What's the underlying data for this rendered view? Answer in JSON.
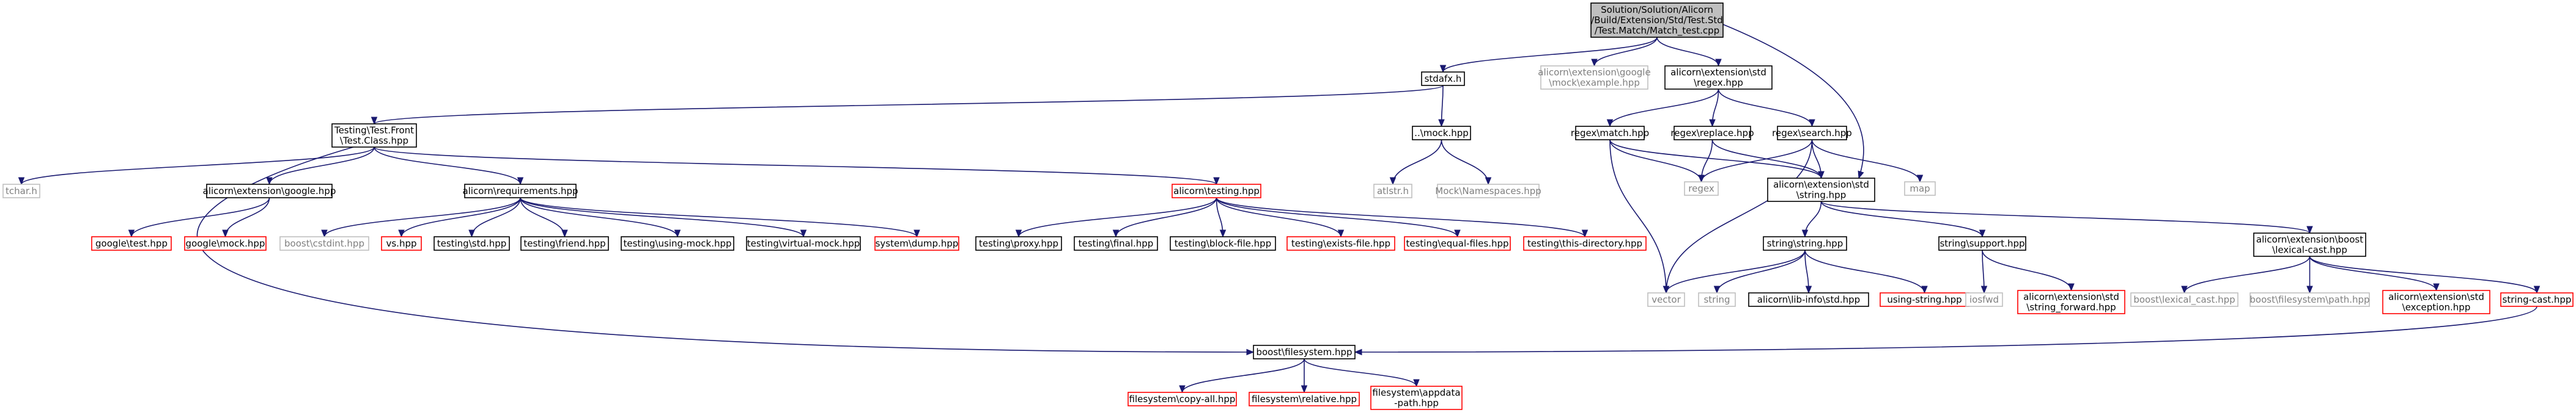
{
  "diagram": {
    "type": "include-dependency-graph",
    "colors": {
      "edge": "#191970",
      "main_fill": "#bfbfbf",
      "normal_border": "#000000",
      "missing_border": "#ff0000",
      "external_border": "#bfbfbf",
      "external_text": "#7f7f7f"
    },
    "nodes": [
      {
        "id": "main",
        "kind": "main",
        "lines": [
          "Solution/Solution/Alicorn",
          "/Build/Extension/Std/Test.Std",
          "/Test.Match/Match_test.cpp"
        ]
      },
      {
        "id": "stdafx",
        "kind": "normal",
        "lines": [
          "stdafx.h"
        ]
      },
      {
        "id": "google_mock_example",
        "kind": "gray",
        "lines": [
          "alicorn\\extension\\google",
          "\\mock\\example.hpp"
        ]
      },
      {
        "id": "std_regex",
        "kind": "normal",
        "lines": [
          "alicorn\\extension\\std",
          "\\regex.hpp"
        ]
      },
      {
        "id": "front_test_class",
        "kind": "normal",
        "lines": [
          "Testing\\Test.Front",
          "\\Test.Class.hpp"
        ]
      },
      {
        "id": "mock_hpp",
        "kind": "normal",
        "lines": [
          "..\\mock.hpp"
        ]
      },
      {
        "id": "regex_match",
        "kind": "normal",
        "lines": [
          "regex\\match.hpp"
        ]
      },
      {
        "id": "regex_replace",
        "kind": "normal",
        "lines": [
          "regex\\replace.hpp"
        ]
      },
      {
        "id": "regex_search",
        "kind": "normal",
        "lines": [
          "regex\\search.hpp"
        ]
      },
      {
        "id": "tchar",
        "kind": "gray",
        "lines": [
          "tchar.h"
        ]
      },
      {
        "id": "google_hpp",
        "kind": "normal",
        "lines": [
          "alicorn\\extension\\google.hpp"
        ]
      },
      {
        "id": "requirements",
        "kind": "normal",
        "lines": [
          "alicorn\\requirements.hpp"
        ]
      },
      {
        "id": "alicorn_testing",
        "kind": "red",
        "lines": [
          "alicorn\\testing.hpp"
        ]
      },
      {
        "id": "atlstr",
        "kind": "gray",
        "lines": [
          "atlstr.h"
        ]
      },
      {
        "id": "mock_namespaces",
        "kind": "gray",
        "lines": [
          "Mock\\Namespaces.hpp"
        ]
      },
      {
        "id": "regex",
        "kind": "gray",
        "lines": [
          "regex"
        ]
      },
      {
        "id": "std_string",
        "kind": "normal",
        "lines": [
          "alicorn\\extension\\std",
          "\\string.hpp"
        ]
      },
      {
        "id": "map",
        "kind": "gray",
        "lines": [
          "map"
        ]
      },
      {
        "id": "google_test",
        "kind": "red",
        "lines": [
          "google\\test.hpp"
        ]
      },
      {
        "id": "google_mock",
        "kind": "red",
        "lines": [
          "google\\mock.hpp"
        ]
      },
      {
        "id": "boost_cstdint",
        "kind": "gray",
        "lines": [
          "boost\\cstdint.hpp"
        ]
      },
      {
        "id": "vs_hpp",
        "kind": "red",
        "lines": [
          "vs.hpp"
        ]
      },
      {
        "id": "testing_std",
        "kind": "normal",
        "lines": [
          "testing\\std.hpp"
        ]
      },
      {
        "id": "testing_friend",
        "kind": "normal",
        "lines": [
          "testing\\friend.hpp"
        ]
      },
      {
        "id": "testing_using_mock",
        "kind": "normal",
        "lines": [
          "testing\\using-mock.hpp"
        ]
      },
      {
        "id": "testing_virtual_mock",
        "kind": "normal",
        "lines": [
          "testing\\virtual-mock.hpp"
        ]
      },
      {
        "id": "system_dump",
        "kind": "red",
        "lines": [
          "system\\dump.hpp"
        ]
      },
      {
        "id": "testing_proxy",
        "kind": "normal",
        "lines": [
          "testing\\proxy.hpp"
        ]
      },
      {
        "id": "testing_final",
        "kind": "normal",
        "lines": [
          "testing\\final.hpp"
        ]
      },
      {
        "id": "testing_block_file",
        "kind": "normal",
        "lines": [
          "testing\\block-file.hpp"
        ]
      },
      {
        "id": "testing_exists_file",
        "kind": "red",
        "lines": [
          "testing\\exists-file.hpp"
        ]
      },
      {
        "id": "testing_equal_files",
        "kind": "red",
        "lines": [
          "testing\\equal-files.hpp"
        ]
      },
      {
        "id": "testing_this_directory",
        "kind": "red",
        "lines": [
          "testing\\this-directory.hpp"
        ]
      },
      {
        "id": "string_string",
        "kind": "normal",
        "lines": [
          "string\\string.hpp"
        ]
      },
      {
        "id": "string_support",
        "kind": "normal",
        "lines": [
          "string\\support.hpp"
        ]
      },
      {
        "id": "boost_lexical_cast_ext",
        "kind": "normal",
        "lines": [
          "alicorn\\extension\\boost",
          "\\lexical-cast.hpp"
        ]
      },
      {
        "id": "vector",
        "kind": "gray",
        "lines": [
          "vector"
        ]
      },
      {
        "id": "string",
        "kind": "gray",
        "lines": [
          "string"
        ]
      },
      {
        "id": "lib_info_std",
        "kind": "normal",
        "lines": [
          "alicorn\\lib-info\\std.hpp"
        ]
      },
      {
        "id": "using_string",
        "kind": "red",
        "lines": [
          "using-string.hpp"
        ]
      },
      {
        "id": "iosfwd",
        "kind": "gray",
        "lines": [
          "iosfwd"
        ]
      },
      {
        "id": "string_forward",
        "kind": "red",
        "lines": [
          "alicorn\\extension\\std",
          "\\string_forward.hpp"
        ]
      },
      {
        "id": "boost_lexical_cast",
        "kind": "gray",
        "lines": [
          "boost\\lexical_cast.hpp"
        ]
      },
      {
        "id": "boost_fs_path",
        "kind": "gray",
        "lines": [
          "boost\\filesystem\\path.hpp"
        ]
      },
      {
        "id": "std_exception",
        "kind": "red",
        "lines": [
          "alicorn\\extension\\std",
          "\\exception.hpp"
        ]
      },
      {
        "id": "string_cast",
        "kind": "red",
        "lines": [
          "string-cast.hpp"
        ]
      },
      {
        "id": "boost_filesystem",
        "kind": "normal",
        "lines": [
          "boost\\filesystem.hpp"
        ]
      },
      {
        "id": "fs_copy_all",
        "kind": "red",
        "lines": [
          "filesystem\\copy-all.hpp"
        ]
      },
      {
        "id": "fs_relative",
        "kind": "red",
        "lines": [
          "filesystem\\relative.hpp"
        ]
      },
      {
        "id": "fs_appdata",
        "kind": "red",
        "lines": [
          "filesystem\\appdata",
          "-path.hpp"
        ]
      }
    ],
    "edges": [
      [
        "main",
        "stdafx"
      ],
      [
        "main",
        "google_mock_example"
      ],
      [
        "main",
        "std_regex"
      ],
      [
        "main",
        "std_string"
      ],
      [
        "stdafx",
        "front_test_class"
      ],
      [
        "stdafx",
        "mock_hpp"
      ],
      [
        "std_regex",
        "regex_match"
      ],
      [
        "std_regex",
        "regex_replace"
      ],
      [
        "std_regex",
        "regex_search"
      ],
      [
        "front_test_class",
        "tchar"
      ],
      [
        "front_test_class",
        "google_hpp"
      ],
      [
        "front_test_class",
        "requirements"
      ],
      [
        "front_test_class",
        "alicorn_testing"
      ],
      [
        "front_test_class",
        "boost_filesystem"
      ],
      [
        "mock_hpp",
        "atlstr"
      ],
      [
        "mock_hpp",
        "mock_namespaces"
      ],
      [
        "regex_match",
        "regex"
      ],
      [
        "regex_match",
        "std_string"
      ],
      [
        "regex_match",
        "vector"
      ],
      [
        "regex_replace",
        "regex"
      ],
      [
        "regex_replace",
        "std_string"
      ],
      [
        "regex_search",
        "regex"
      ],
      [
        "regex_search",
        "std_string"
      ],
      [
        "regex_search",
        "map"
      ],
      [
        "regex_search",
        "vector"
      ],
      [
        "google_hpp",
        "google_test"
      ],
      [
        "google_hpp",
        "google_mock"
      ],
      [
        "requirements",
        "boost_cstdint"
      ],
      [
        "requirements",
        "vs_hpp"
      ],
      [
        "requirements",
        "testing_std"
      ],
      [
        "requirements",
        "testing_friend"
      ],
      [
        "requirements",
        "testing_using_mock"
      ],
      [
        "requirements",
        "testing_virtual_mock"
      ],
      [
        "requirements",
        "system_dump"
      ],
      [
        "alicorn_testing",
        "testing_proxy"
      ],
      [
        "alicorn_testing",
        "testing_final"
      ],
      [
        "alicorn_testing",
        "testing_block_file"
      ],
      [
        "alicorn_testing",
        "testing_exists_file"
      ],
      [
        "alicorn_testing",
        "testing_equal_files"
      ],
      [
        "alicorn_testing",
        "testing_this_directory"
      ],
      [
        "std_string",
        "string_string"
      ],
      [
        "std_string",
        "string_support"
      ],
      [
        "std_string",
        "boost_lexical_cast_ext"
      ],
      [
        "string_string",
        "vector"
      ],
      [
        "string_string",
        "string"
      ],
      [
        "string_string",
        "lib_info_std"
      ],
      [
        "string_string",
        "using_string"
      ],
      [
        "string_support",
        "iosfwd"
      ],
      [
        "string_support",
        "string_forward"
      ],
      [
        "boost_lexical_cast_ext",
        "boost_lexical_cast"
      ],
      [
        "boost_lexical_cast_ext",
        "boost_fs_path"
      ],
      [
        "boost_lexical_cast_ext",
        "std_exception"
      ],
      [
        "boost_lexical_cast_ext",
        "string_cast"
      ],
      [
        "string_cast",
        "boost_filesystem"
      ],
      [
        "boost_filesystem",
        "fs_copy_all"
      ],
      [
        "boost_filesystem",
        "fs_relative"
      ],
      [
        "boost_filesystem",
        "fs_appdata"
      ]
    ]
  }
}
